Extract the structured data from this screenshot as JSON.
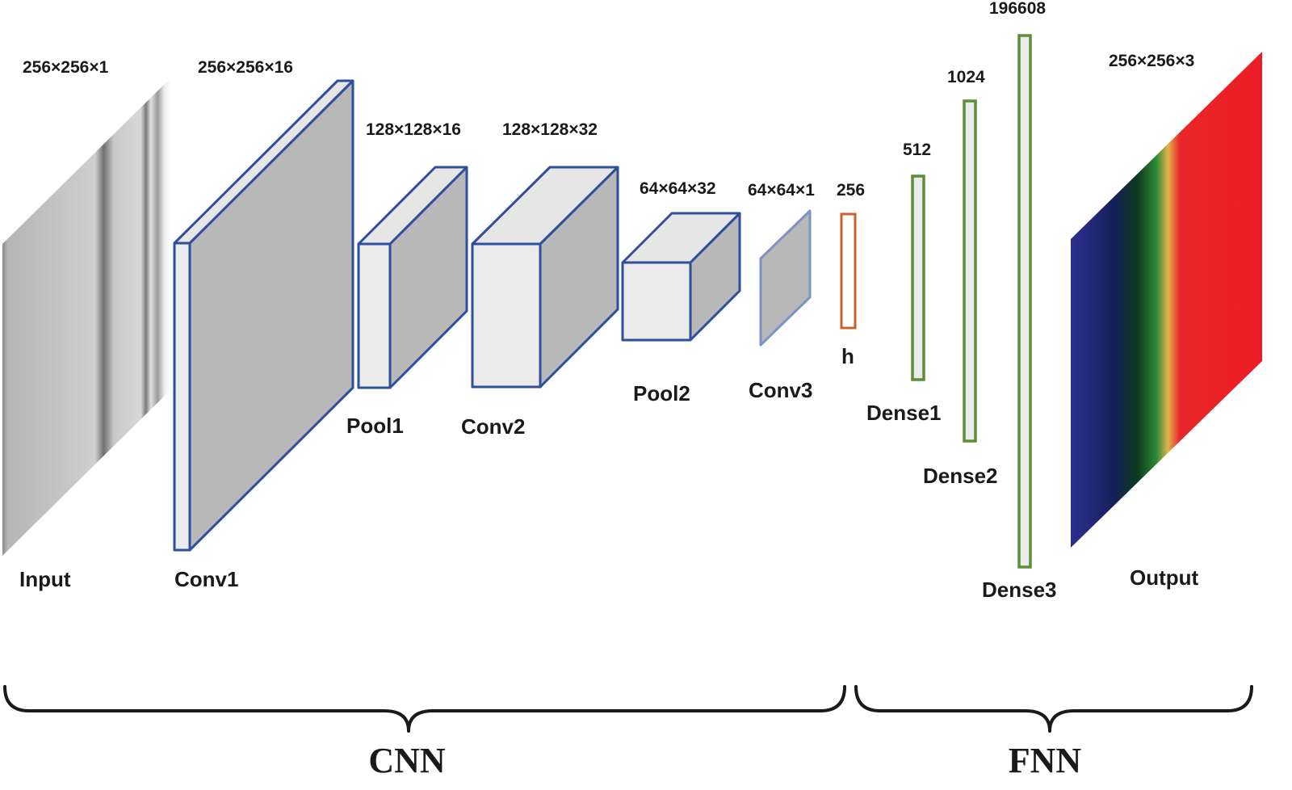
{
  "layers": {
    "input": {
      "name": "Input",
      "dims": "256×256×1"
    },
    "conv1": {
      "name": "Conv1",
      "dims": "256×256×16"
    },
    "pool1": {
      "name": "Pool1",
      "dims": "128×128×16"
    },
    "conv2": {
      "name": "Conv2",
      "dims": "128×128×32"
    },
    "pool2": {
      "name": "Pool2",
      "dims": "64×64×32"
    },
    "conv3": {
      "name": "Conv3",
      "dims": "64×64×1"
    },
    "h": {
      "name": "h",
      "dims": "256"
    },
    "dense1": {
      "name": "Dense1",
      "dims": "512"
    },
    "dense2": {
      "name": "Dense2",
      "dims": "1024"
    },
    "dense3": {
      "name": "Dense3",
      "dims": "196608"
    },
    "output": {
      "name": "Output",
      "dims": "256×256×3"
    }
  },
  "groups": {
    "cnn": "CNN",
    "fnn": "FNN"
  },
  "colors": {
    "cnn_block_outline": "#2e4f9e",
    "dense_outline": "#5b8f3a",
    "h_outline": "#c8642a"
  }
}
